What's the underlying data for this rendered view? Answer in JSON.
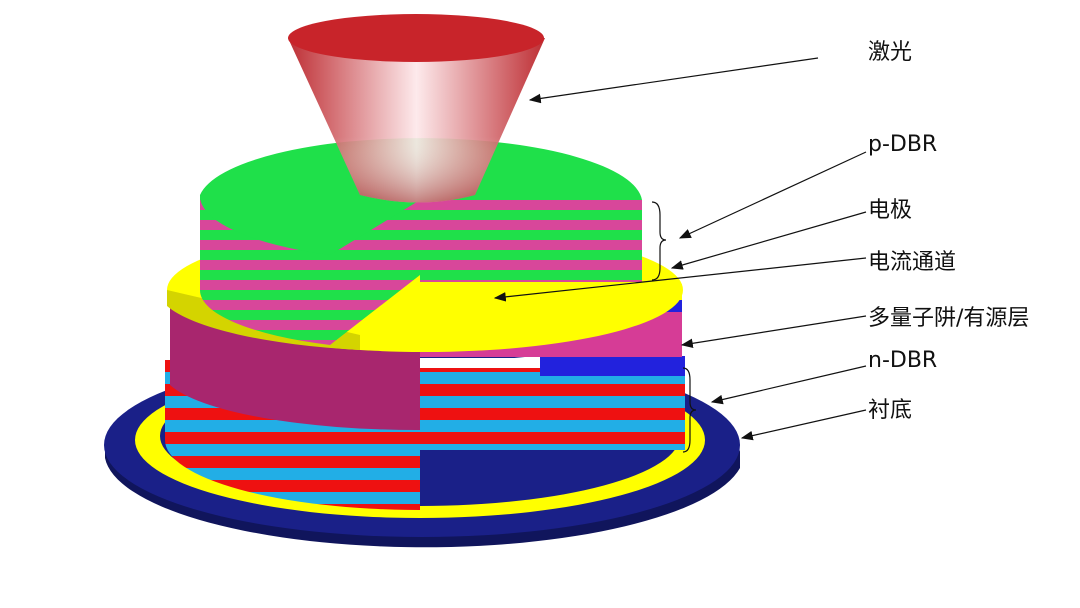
{
  "labels": {
    "laser": "激光",
    "p_dbr": "p-DBR",
    "electrode": "电极",
    "current_channel": "电流通道",
    "active_layer": "多量子阱/有源层",
    "n_dbr": "n-DBR",
    "substrate": "衬底"
  },
  "colors": {
    "p_dbr_green": "#1fe04a",
    "p_dbr_magenta": "#d8479a",
    "electrode_yellow": "#ffff00",
    "active_magenta": "#d63c96",
    "n_dbr_red": "#ee1111",
    "n_dbr_cyan": "#22aee6",
    "substrate_navy": "#141a78",
    "laser_red": "#c8242a"
  }
}
